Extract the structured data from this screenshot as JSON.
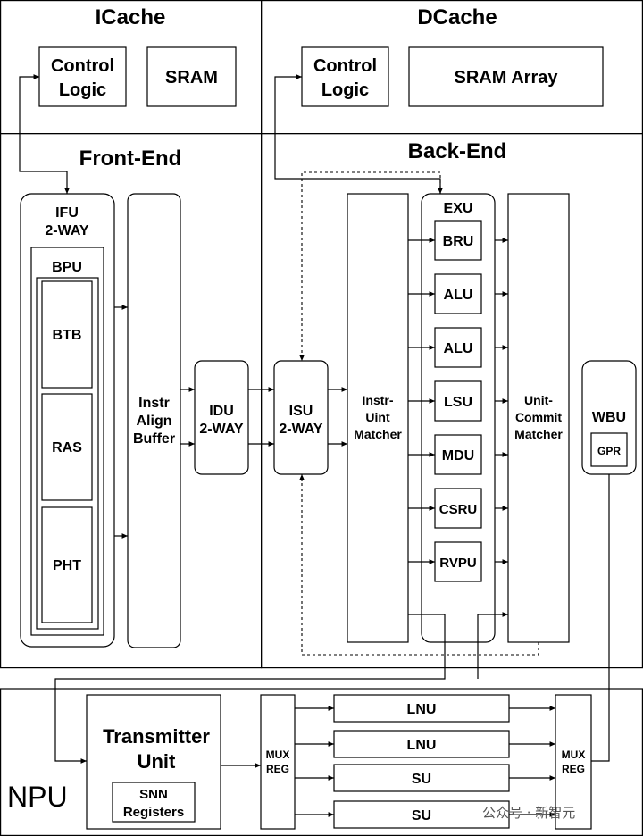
{
  "cache": {
    "icache_title": "ICache",
    "icache_control_l1": "Control",
    "icache_control_l2": "Logic",
    "icache_sram": "SRAM",
    "dcache_title": "DCache",
    "dcache_control_l1": "Control",
    "dcache_control_l2": "Logic",
    "dcache_sram": "SRAM Array"
  },
  "frontend": {
    "title": "Front-End",
    "ifu_l1": "IFU",
    "ifu_l2": "2-WAY",
    "bpu": "BPU",
    "btb": "BTB",
    "ras": "RAS",
    "pht": "PHT",
    "iab_l1": "Instr",
    "iab_l2": "Align",
    "iab_l3": "Buffer",
    "idu_l1": "IDU",
    "idu_l2": "2-WAY"
  },
  "backend": {
    "title": "Back-End",
    "isu_l1": "ISU",
    "isu_l2": "2-WAY",
    "ium_l1": "Instr-",
    "ium_l2": "Uint",
    "ium_l3": "Matcher",
    "exu": "EXU",
    "units": [
      "BRU",
      "ALU",
      "ALU",
      "LSU",
      "MDU",
      "CSRU",
      "RVPU"
    ],
    "ucm_l1": "Unit-",
    "ucm_l2": "Commit",
    "ucm_l3": "Matcher",
    "wbu": "WBU",
    "gpr": "GPR"
  },
  "npu": {
    "label": "NPU",
    "tx_l1": "Transmitter",
    "tx_l2": "Unit",
    "snn_l1": "SNN",
    "snn_l2": "Registers",
    "mux_in_l1": "MUX",
    "mux_in_l2": "REG",
    "lanes": [
      "LNU",
      "LNU",
      "SU",
      "SU"
    ],
    "mux_out_l1": "MUX",
    "mux_out_l2": "REG"
  },
  "watermark": "公众号 · 新智元"
}
